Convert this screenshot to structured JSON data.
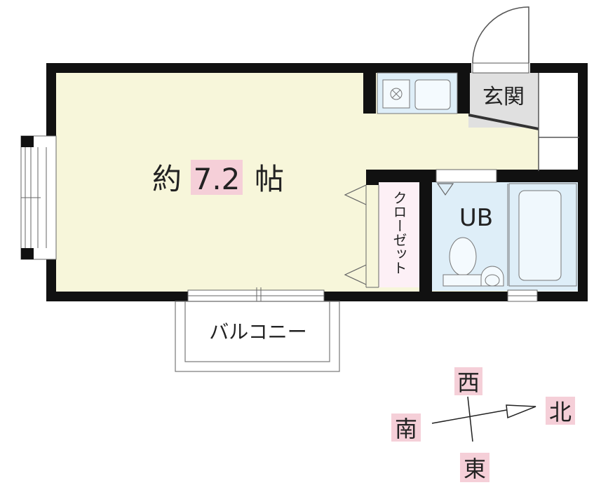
{
  "room": {
    "prefix": "約",
    "size": "7.2",
    "unit": "帖"
  },
  "labels": {
    "entrance": "玄関",
    "closet": "クローゼット",
    "unit_bath": "UB",
    "balcony": "バルコニー"
  },
  "compass": {
    "west": "西",
    "south": "南",
    "north": "北",
    "east": "東"
  },
  "colors": {
    "main_room": "#f7f6da",
    "bath": "#deeef8",
    "closet": "#fdf0f6",
    "entrance": "#e0e0e0",
    "wall": "#111111",
    "highlight": "#f5cfd8"
  }
}
